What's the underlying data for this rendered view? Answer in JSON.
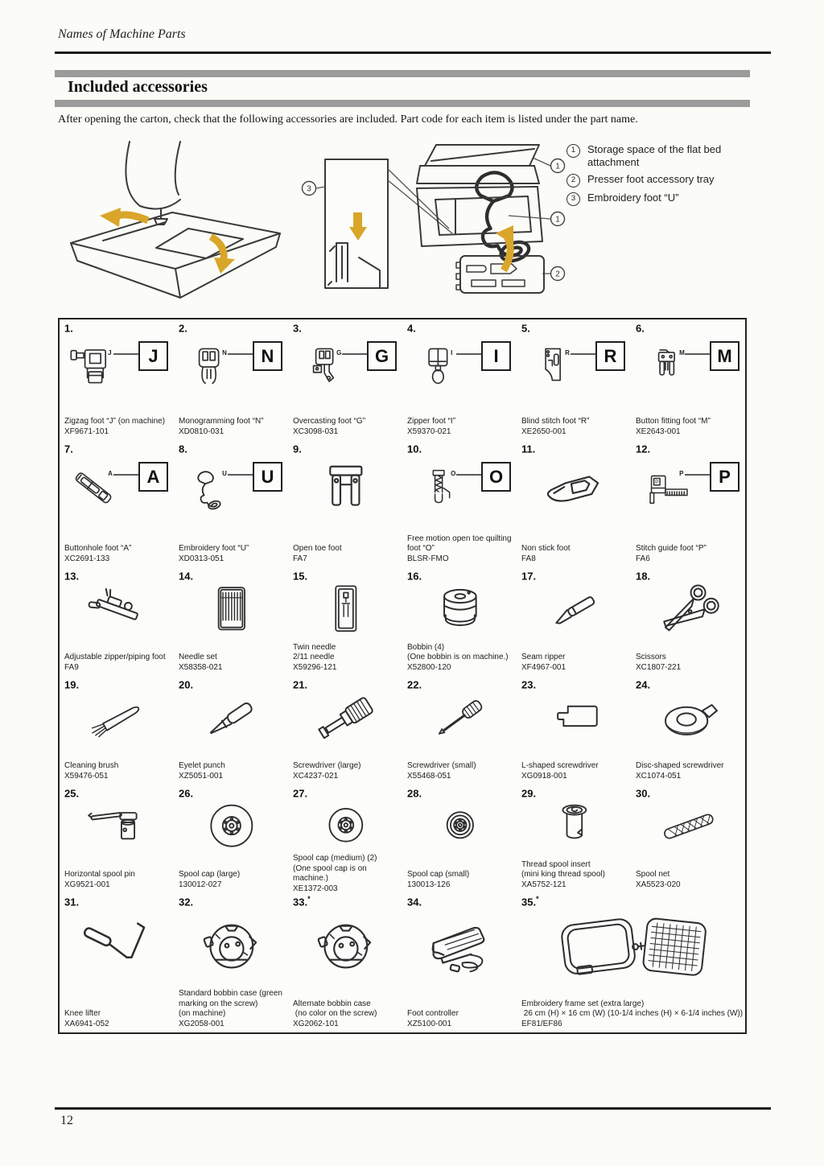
{
  "page": {
    "running_head": "Names of Machine Parts",
    "section_title": "Included accessories",
    "intro": "After opening the carton, check that the following accessories are included. Part code for each item is listed under the part name.",
    "page_number": "12"
  },
  "legend": [
    {
      "marker": "1",
      "text": "Storage space of the flat bed attachment"
    },
    {
      "marker": "2",
      "text": "Presser foot accessory tray"
    },
    {
      "marker": "3",
      "text": "Embroidery foot “U”"
    }
  ],
  "illustration": {
    "callouts": {
      "box_foot": "3",
      "tray_top": "1",
      "tray_mid": "1",
      "tray_bottom": "2"
    },
    "arrow_color": "#D9A62A"
  },
  "accessories": [
    {
      "num": "1.",
      "star": "",
      "tag": "J",
      "icon": "zigzag-foot",
      "lines": [
        "Zigzag foot “J” (on machine)",
        "XF9671-101"
      ]
    },
    {
      "num": "2.",
      "star": "",
      "tag": "N",
      "icon": "foot-front",
      "lines": [
        "Monogramming foot “N”",
        "XD0810-031"
      ]
    },
    {
      "num": "3.",
      "star": "",
      "tag": "G",
      "icon": "overcast-foot",
      "lines": [
        "Overcasting foot “G”",
        "XC3098-031"
      ]
    },
    {
      "num": "4.",
      "star": "",
      "tag": "I",
      "icon": "zipper-foot",
      "lines": [
        "Zipper foot “I”",
        "X59370-021"
      ]
    },
    {
      "num": "5.",
      "star": "",
      "tag": "R",
      "icon": "blind-stitch-foot",
      "lines": [
        "Blind stitch foot “R”",
        "XE2650-001"
      ]
    },
    {
      "num": "6.",
      "star": "",
      "tag": "M",
      "icon": "button-fitting-foot",
      "lines": [
        "Button fitting foot “M”",
        "XE2643-001"
      ]
    },
    {
      "num": "7.",
      "star": "",
      "tag": "A",
      "icon": "buttonhole-foot",
      "lines": [
        "Buttonhole foot “A”",
        "XC2691-133"
      ]
    },
    {
      "num": "8.",
      "star": "",
      "tag": "U",
      "icon": "embroidery-foot",
      "lines": [
        "Embroidery foot “U”",
        "XD0313-051"
      ]
    },
    {
      "num": "9.",
      "star": "",
      "tag": "",
      "icon": "open-toe-foot",
      "lines": [
        "Open toe foot",
        "FA7"
      ]
    },
    {
      "num": "10.",
      "star": "",
      "tag": "O",
      "icon": "quilting-foot",
      "lines": [
        "Free motion open toe quilting",
        "foot “O”",
        "BLSR-FMO"
      ]
    },
    {
      "num": "11.",
      "star": "",
      "tag": "",
      "icon": "non-stick-foot",
      "lines": [
        "Non stick foot",
        "FA8"
      ]
    },
    {
      "num": "12.",
      "star": "",
      "tag": "P",
      "icon": "stitch-guide-foot",
      "lines": [
        "Stitch guide foot “P”",
        "FA6"
      ]
    },
    {
      "num": "13.",
      "star": "",
      "tag": "",
      "icon": "adjustable-zipper-foot",
      "lines": [
        "Adjustable zipper/piping foot",
        "FA9"
      ]
    },
    {
      "num": "14.",
      "star": "",
      "tag": "",
      "icon": "needle-set",
      "lines": [
        "Needle set",
        "X58358-021"
      ]
    },
    {
      "num": "15.",
      "star": "",
      "tag": "",
      "icon": "twin-needle",
      "lines": [
        "Twin needle",
        "2/11 needle",
        "X59296-121"
      ]
    },
    {
      "num": "16.",
      "star": "",
      "tag": "",
      "icon": "bobbin",
      "lines": [
        "Bobbin (4)",
        "(One bobbin is on machine.)",
        "X52800-120"
      ]
    },
    {
      "num": "17.",
      "star": "",
      "tag": "",
      "icon": "seam-ripper",
      "lines": [
        "Seam ripper",
        "XF4967-001"
      ]
    },
    {
      "num": "18.",
      "star": "",
      "tag": "",
      "icon": "scissors",
      "lines": [
        "Scissors",
        "XC1807-221"
      ]
    },
    {
      "num": "19.",
      "star": "",
      "tag": "",
      "icon": "cleaning-brush",
      "lines": [
        "Cleaning brush",
        "X59476-051"
      ]
    },
    {
      "num": "20.",
      "star": "",
      "tag": "",
      "icon": "eyelet-punch",
      "lines": [
        "Eyelet punch",
        "XZ5051-001"
      ]
    },
    {
      "num": "21.",
      "star": "",
      "tag": "",
      "icon": "screwdriver-large",
      "lines": [
        "Screwdriver (large)",
        "XC4237-021"
      ]
    },
    {
      "num": "22.",
      "star": "",
      "tag": "",
      "icon": "screwdriver-small",
      "lines": [
        "Screwdriver (small)",
        "X55468-051"
      ]
    },
    {
      "num": "23.",
      "star": "",
      "tag": "",
      "icon": "l-shaped-screwdriver",
      "lines": [
        "L-shaped screwdriver",
        "XG0918-001"
      ]
    },
    {
      "num": "24.",
      "star": "",
      "tag": "",
      "icon": "disc-shaped-screwdriver",
      "lines": [
        "Disc-shaped screwdriver",
        "XC1074-051"
      ]
    },
    {
      "num": "25.",
      "star": "",
      "tag": "",
      "icon": "spool-pin",
      "lines": [
        "Horizontal spool pin",
        "XG9521-001"
      ]
    },
    {
      "num": "26.",
      "star": "",
      "tag": "",
      "icon": "spool-cap-large",
      "lines": [
        "Spool cap (large)",
        "130012-027"
      ]
    },
    {
      "num": "27.",
      "star": "",
      "tag": "",
      "icon": "spool-cap-medium",
      "lines": [
        "Spool cap (medium) (2)",
        "(One spool cap is on",
        "machine.)",
        "XE1372-003"
      ]
    },
    {
      "num": "28.",
      "star": "",
      "tag": "",
      "icon": "spool-cap-small",
      "lines": [
        "Spool cap (small)",
        "130013-126"
      ]
    },
    {
      "num": "29.",
      "star": "",
      "tag": "",
      "icon": "thread-spool-insert",
      "lines": [
        "Thread spool insert",
        "(mini king thread spool)",
        "XA5752-121"
      ]
    },
    {
      "num": "30.",
      "star": "",
      "tag": "",
      "icon": "spool-net",
      "lines": [
        "Spool net",
        "XA5523-020"
      ]
    },
    {
      "num": "31.",
      "star": "",
      "tag": "",
      "icon": "knee-lifter",
      "lines": [
        "Knee lifter",
        "XA6941-052"
      ]
    },
    {
      "num": "32.",
      "star": "",
      "tag": "",
      "icon": "bobbin-case",
      "lines": [
        "Standard bobbin case (green",
        "marking on the screw)",
        "(on machine)",
        "XG2058-001"
      ]
    },
    {
      "num": "33.",
      "star": "*",
      "tag": "",
      "icon": "bobbin-case",
      "lines": [
        "Alternate bobbin case",
        " (no color on the screw)",
        "XG2062-101"
      ]
    },
    {
      "num": "34.",
      "star": "",
      "tag": "",
      "icon": "foot-controller",
      "lines": [
        "Foot controller",
        "XZ5100-001"
      ]
    },
    {
      "num": "35.",
      "star": "*",
      "tag": "",
      "icon": "embroidery-frame",
      "span": 2,
      "lines": [
        "Embroidery frame set (extra large)",
        " 26 cm (H) × 16 cm (W) (10-1/4 inches (H) × 6-1/4 inches (W))",
        "EF81/EF86"
      ]
    }
  ]
}
